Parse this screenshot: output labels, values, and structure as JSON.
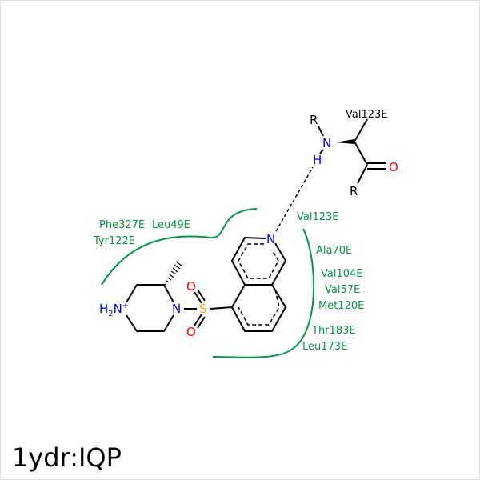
{
  "title": "1ydr:IQP",
  "residues": {
    "hbond_partner": "Val123E",
    "hydrophobic_upper": [
      "Phe327E",
      "Leu49E",
      "Tyr122E"
    ],
    "hydrophobic_right": [
      "Val123E",
      "Ala70E",
      "Val104E",
      "Val57E",
      "Met120E",
      "Thr183E",
      "Leu173E"
    ]
  },
  "atoms": {
    "N": "N",
    "H": "H",
    "R": "R",
    "O": "O",
    "S": "S",
    "H2N_plus": "H",
    "sub2": "2",
    "nplus": "N",
    "plus": "+"
  },
  "colors": {
    "residue": "#009944",
    "nitrogen": "#0000ff",
    "oxygen": "#ff0000",
    "sulfur": "#ffaa00"
  }
}
